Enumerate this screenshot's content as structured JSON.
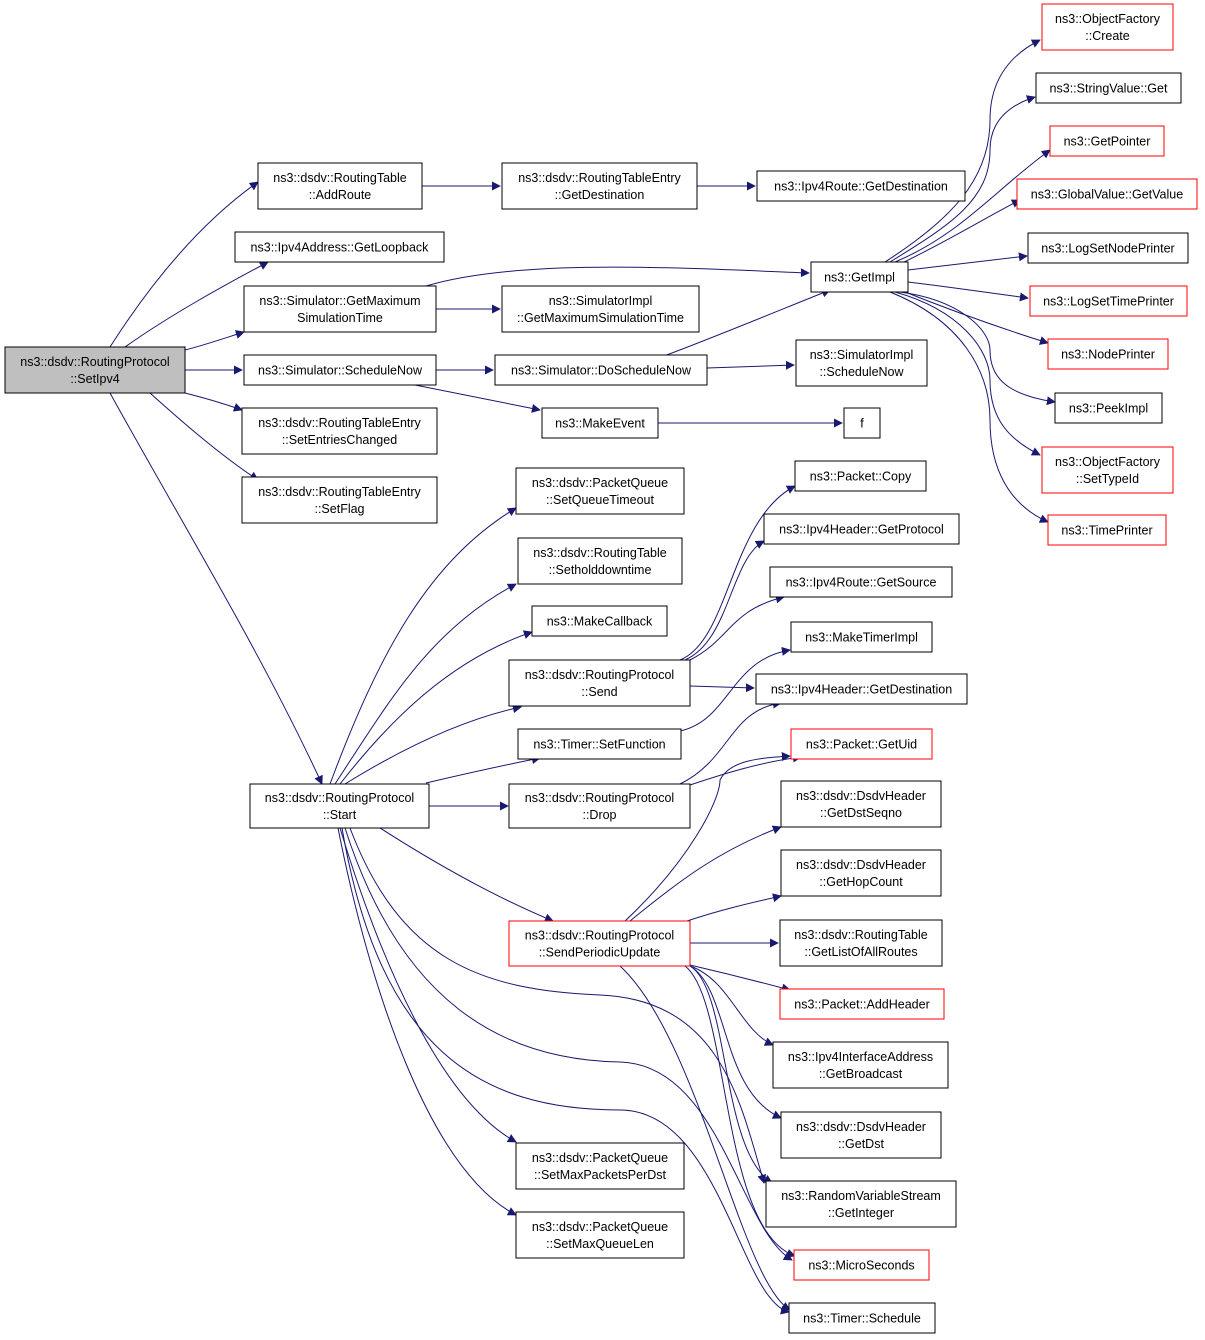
{
  "colors": {
    "edge": "#191970",
    "node_border": "#000000",
    "truncated_border": "#ff0000",
    "root_fill": "#bfbfbf"
  },
  "nodes": [
    {
      "id": "root",
      "lines": [
        "ns3::dsdv::RoutingProtocol",
        "::SetIpv4"
      ],
      "style": "root"
    },
    {
      "id": "addroute",
      "lines": [
        "ns3::dsdv::RoutingTable",
        "::AddRoute"
      ],
      "style": "normal"
    },
    {
      "id": "getdest_rte",
      "lines": [
        "ns3::dsdv::RoutingTableEntry",
        "::GetDestination"
      ],
      "style": "normal"
    },
    {
      "id": "ipv4route_getdest",
      "lines": [
        "ns3::Ipv4Route::GetDestination"
      ],
      "style": "normal"
    },
    {
      "id": "getloopback",
      "lines": [
        "ns3::Ipv4Address::GetLoopback"
      ],
      "style": "normal"
    },
    {
      "id": "getmaxsim",
      "lines": [
        "ns3::Simulator::GetMaximum",
        "SimulationTime"
      ],
      "style": "normal"
    },
    {
      "id": "simimpl_getmax",
      "lines": [
        "ns3::SimulatorImpl",
        "::GetMaximumSimulationTime"
      ],
      "style": "normal"
    },
    {
      "id": "getimpl",
      "lines": [
        "ns3::GetImpl"
      ],
      "style": "normal"
    },
    {
      "id": "schedulenow",
      "lines": [
        "ns3::Simulator::ScheduleNow"
      ],
      "style": "normal"
    },
    {
      "id": "doschedulenow",
      "lines": [
        "ns3::Simulator::DoScheduleNow"
      ],
      "style": "normal"
    },
    {
      "id": "simimpl_schednow",
      "lines": [
        "ns3::SimulatorImpl",
        "::ScheduleNow"
      ],
      "style": "normal"
    },
    {
      "id": "makeevent",
      "lines": [
        "ns3::MakeEvent"
      ],
      "style": "normal"
    },
    {
      "id": "f",
      "lines": [
        "f"
      ],
      "style": "normal"
    },
    {
      "id": "setentrieschanged",
      "lines": [
        "ns3::dsdv::RoutingTableEntry",
        "::SetEntriesChanged"
      ],
      "style": "normal"
    },
    {
      "id": "setflag",
      "lines": [
        "ns3::dsdv::RoutingTableEntry",
        "::SetFlag"
      ],
      "style": "normal"
    },
    {
      "id": "of_create",
      "lines": [
        "ns3::ObjectFactory",
        "::Create"
      ],
      "style": "red"
    },
    {
      "id": "stringvalue_get",
      "lines": [
        "ns3::StringValue::Get"
      ],
      "style": "normal"
    },
    {
      "id": "getpointer",
      "lines": [
        "ns3::GetPointer"
      ],
      "style": "red"
    },
    {
      "id": "globalvalue_get",
      "lines": [
        "ns3::GlobalValue::GetValue"
      ],
      "style": "red"
    },
    {
      "id": "logsetnodeprinter",
      "lines": [
        "ns3::LogSetNodePrinter"
      ],
      "style": "normal"
    },
    {
      "id": "logsettimeprinter",
      "lines": [
        "ns3::LogSetTimePrinter"
      ],
      "style": "red"
    },
    {
      "id": "nodeprinter",
      "lines": [
        "ns3::NodePrinter"
      ],
      "style": "red"
    },
    {
      "id": "peekimpl",
      "lines": [
        "ns3::PeekImpl"
      ],
      "style": "normal"
    },
    {
      "id": "of_settypeid",
      "lines": [
        "ns3::ObjectFactory",
        "::SetTypeId"
      ],
      "style": "red"
    },
    {
      "id": "timeprinter",
      "lines": [
        "ns3::TimePrinter"
      ],
      "style": "red"
    },
    {
      "id": "pq_setqueuetimeout",
      "lines": [
        "ns3::dsdv::PacketQueue",
        "::SetQueueTimeout"
      ],
      "style": "normal"
    },
    {
      "id": "rt_setholddown",
      "lines": [
        "ns3::dsdv::RoutingTable",
        "::Setholddowntime"
      ],
      "style": "normal"
    },
    {
      "id": "makecallback",
      "lines": [
        "ns3::MakeCallback"
      ],
      "style": "normal"
    },
    {
      "id": "rp_send",
      "lines": [
        "ns3::dsdv::RoutingProtocol",
        "::Send"
      ],
      "style": "normal"
    },
    {
      "id": "timer_setfunction",
      "lines": [
        "ns3::Timer::SetFunction"
      ],
      "style": "normal"
    },
    {
      "id": "rp_start",
      "lines": [
        "ns3::dsdv::RoutingProtocol",
        "::Start"
      ],
      "style": "normal"
    },
    {
      "id": "rp_drop",
      "lines": [
        "ns3::dsdv::RoutingProtocol",
        "::Drop"
      ],
      "style": "normal"
    },
    {
      "id": "packet_copy",
      "lines": [
        "ns3::Packet::Copy"
      ],
      "style": "normal"
    },
    {
      "id": "ipv4h_getprotocol",
      "lines": [
        "ns3::Ipv4Header::GetProtocol"
      ],
      "style": "normal"
    },
    {
      "id": "ipv4route_getsource",
      "lines": [
        "ns3::Ipv4Route::GetSource"
      ],
      "style": "normal"
    },
    {
      "id": "maketimerimpl",
      "lines": [
        "ns3::MakeTimerImpl"
      ],
      "style": "normal"
    },
    {
      "id": "ipv4h_getdest",
      "lines": [
        "ns3::Ipv4Header::GetDestination"
      ],
      "style": "normal"
    },
    {
      "id": "packet_getuid",
      "lines": [
        "ns3::Packet::GetUid"
      ],
      "style": "red"
    },
    {
      "id": "dh_getdstseqno",
      "lines": [
        "ns3::dsdv::DsdvHeader",
        "::GetDstSeqno"
      ],
      "style": "normal"
    },
    {
      "id": "dh_gethopcount",
      "lines": [
        "ns3::dsdv::DsdvHeader",
        "::GetHopCount"
      ],
      "style": "normal"
    },
    {
      "id": "rp_sendperiodic",
      "lines": [
        "ns3::dsdv::RoutingProtocol",
        "::SendPeriodicUpdate"
      ],
      "style": "red"
    },
    {
      "id": "rt_getlistofallroutes",
      "lines": [
        "ns3::dsdv::RoutingTable",
        "::GetListOfAllRoutes"
      ],
      "style": "normal"
    },
    {
      "id": "packet_addheader",
      "lines": [
        "ns3::Packet::AddHeader"
      ],
      "style": "red"
    },
    {
      "id": "ipv4ia_getbroadcast",
      "lines": [
        "ns3::Ipv4InterfaceAddress",
        "::GetBroadcast"
      ],
      "style": "normal"
    },
    {
      "id": "dh_getdst",
      "lines": [
        "ns3::dsdv::DsdvHeader",
        "::GetDst"
      ],
      "style": "normal"
    },
    {
      "id": "pq_setmaxpackets",
      "lines": [
        "ns3::dsdv::PacketQueue",
        "::SetMaxPacketsPerDst"
      ],
      "style": "normal"
    },
    {
      "id": "rvs_getinteger",
      "lines": [
        "ns3::RandomVariableStream",
        "::GetInteger"
      ],
      "style": "normal"
    },
    {
      "id": "pq_setmaxqueuelen",
      "lines": [
        "ns3::dsdv::PacketQueue",
        "::SetMaxQueueLen"
      ],
      "style": "normal"
    },
    {
      "id": "microseconds",
      "lines": [
        "ns3::MicroSeconds"
      ],
      "style": "red"
    },
    {
      "id": "timer_schedule",
      "lines": [
        "ns3::Timer::Schedule"
      ],
      "style": "normal"
    }
  ]
}
